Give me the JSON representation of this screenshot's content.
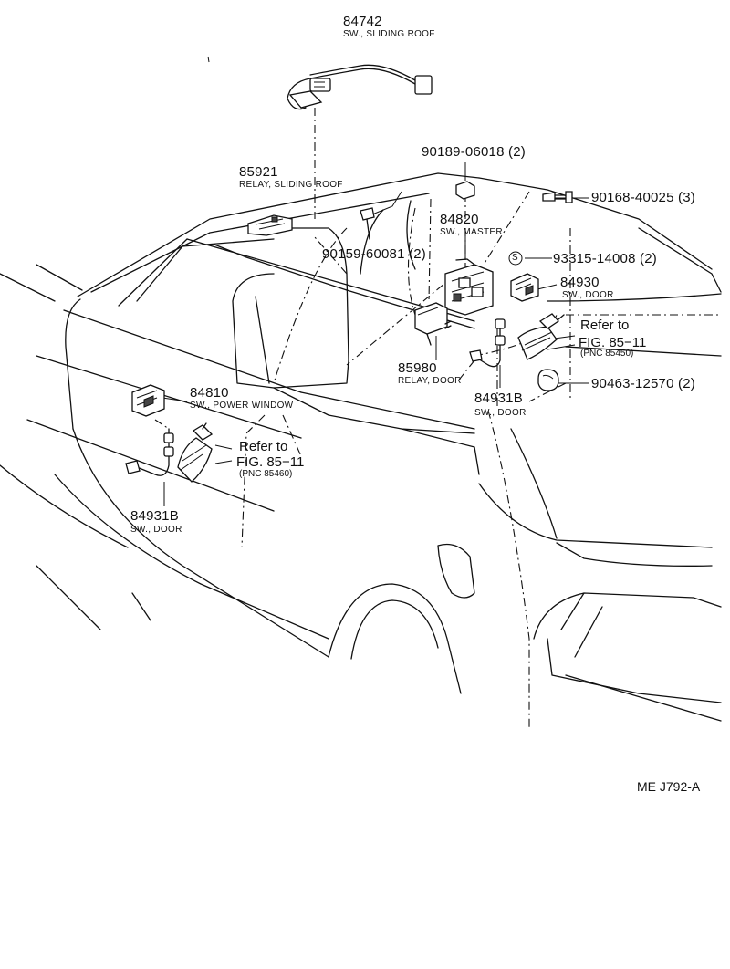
{
  "parts": {
    "sliding_roof_switch": {
      "number": "84742",
      "name": "SW., SLIDING ROOF"
    },
    "sliding_roof_relay": {
      "number": "85921",
      "name": "RELAY, SLIDING ROOF"
    },
    "bolt_clip": {
      "number": "90189-06018",
      "qty": "(2)"
    },
    "screw_right": {
      "number": "90168-40025",
      "qty": "(3)"
    },
    "master_switch": {
      "number": "84820",
      "name": "SW., MASTER"
    },
    "screw_left": {
      "number": "90159-60081",
      "qty": "(2)"
    },
    "s_marker": {
      "symbol": "S"
    },
    "clip_s": {
      "number": "93315-14008",
      "qty": "(2)"
    },
    "door_switch_upper": {
      "number": "84930",
      "name": "SW., DOOR"
    },
    "door_relay": {
      "number": "85980",
      "name": "RELAY, DOOR"
    },
    "clamp": {
      "number": "90463-12570",
      "qty": "(2)"
    },
    "door_switch_right": {
      "number": "84931B",
      "name": "SW., DOOR"
    },
    "power_window_switch": {
      "number": "84810",
      "name": "SW., POWER WINDOW"
    },
    "door_switch_left": {
      "number": "84931B",
      "name": "SW., DOOR"
    }
  },
  "references": {
    "right": {
      "line1": "Refer to",
      "line2": "FIG. 85−11",
      "line3": "(PNC 85450)"
    },
    "left": {
      "line1": "Refer to",
      "line2": "FIG. 85−11",
      "line3": "(PNC 85460)"
    }
  },
  "drawing_code": "ME J792-A",
  "colors": {
    "ink": "#111111",
    "background": "#ffffff"
  }
}
